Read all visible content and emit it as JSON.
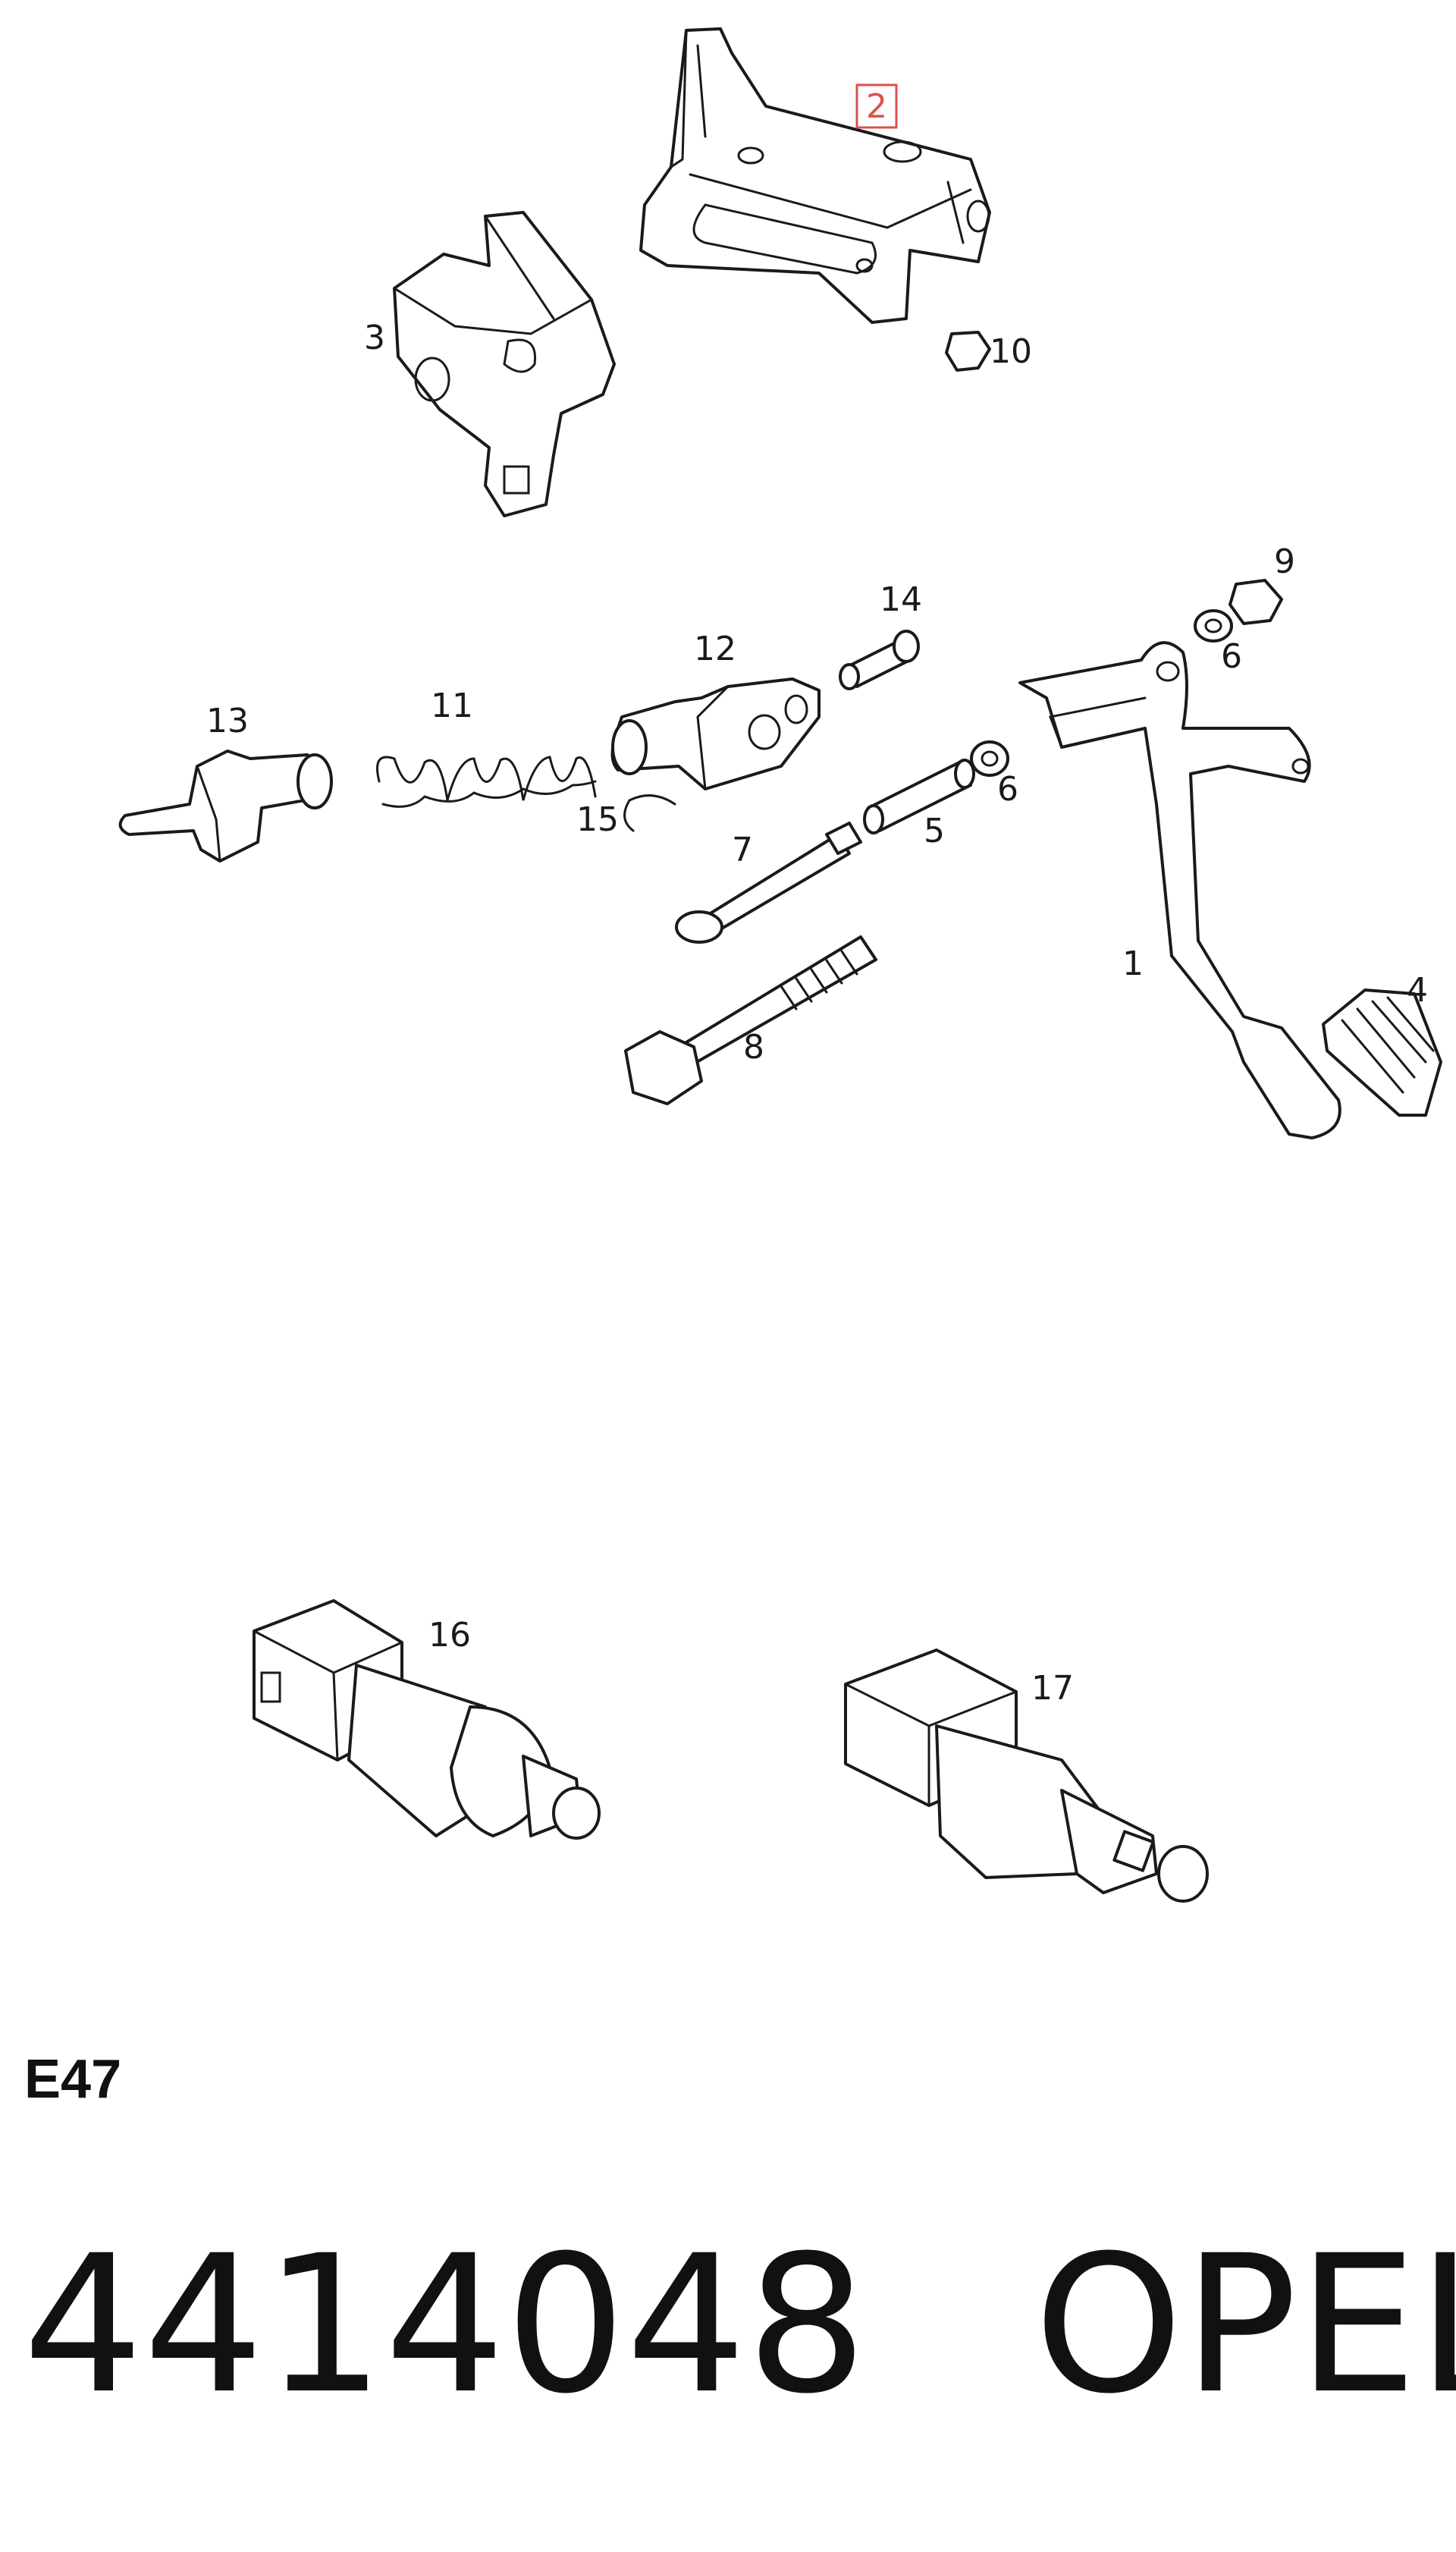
{
  "diagram": {
    "callouts": [
      {
        "id": "1",
        "label": "1"
      },
      {
        "id": "2",
        "label": "2",
        "highlighted": true
      },
      {
        "id": "3",
        "label": "3"
      },
      {
        "id": "4",
        "label": "4"
      },
      {
        "id": "5",
        "label": "5"
      },
      {
        "id": "6a",
        "label": "6"
      },
      {
        "id": "6b",
        "label": "6"
      },
      {
        "id": "7",
        "label": "7"
      },
      {
        "id": "8",
        "label": "8"
      },
      {
        "id": "9",
        "label": "9"
      },
      {
        "id": "10",
        "label": "10"
      },
      {
        "id": "11",
        "label": "11"
      },
      {
        "id": "12",
        "label": "12"
      },
      {
        "id": "13",
        "label": "13"
      },
      {
        "id": "14",
        "label": "14"
      },
      {
        "id": "15",
        "label": "15"
      },
      {
        "id": "16",
        "label": "16"
      },
      {
        "id": "17",
        "label": "17"
      }
    ],
    "highlight_color": "#d9534f",
    "line_color": "#1a1a1a"
  },
  "section_code": "E47",
  "footer": {
    "part_number": "4414048",
    "brand": "OPEL"
  }
}
